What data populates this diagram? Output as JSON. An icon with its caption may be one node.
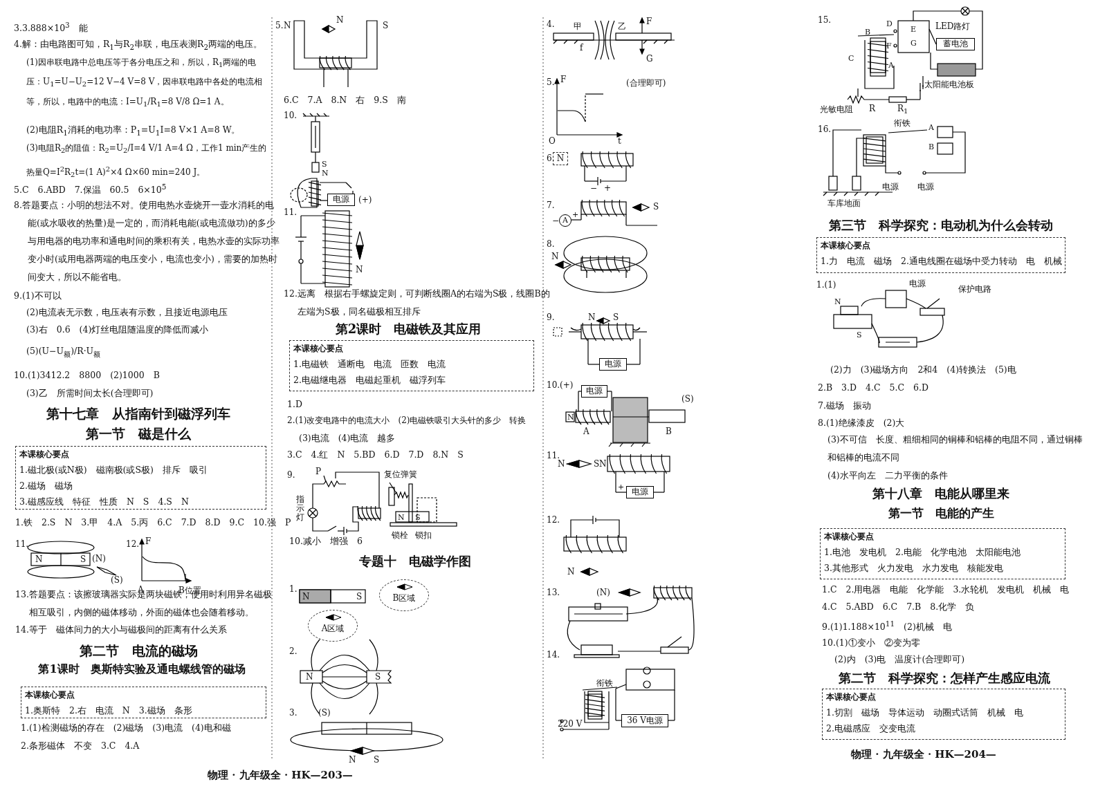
{
  "diagram": {
    "nodes": [
      {
        "text": [
          "本课核心要点",
          "1.磁北极(或N极)　磁南极(或S极)　排斥　吸引",
          "2.磁场　磁场",
          "3.磁感应线　特征　性质　N　S　4.S　N"
        ]
      },
      {
        "text": [
          "本课核心要点",
          "1.奥斯特　2.右　电流　N　3.磁场　条形"
        ]
      },
      {
        "text": [
          "电源"
        ]
      },
      {
        "text": [
          "本课核心要点",
          "1.电磁铁　通断电　电流　匝数　电流",
          "2.电磁继电器　电磁起重机　磁浮列车"
        ]
      },
      {
        "text": [
          "B区域"
        ]
      },
      {
        "text": [
          "A区域"
        ]
      },
      {
        "text": [
          "N"
        ]
      },
      {
        "text": [
          "A"
        ]
      },
      {
        "text": [
          "电源"
        ]
      },
      {
        "text": [
          "电源"
        ]
      },
      {
        "text": [
          "电源"
        ]
      },
      {
        "text": [
          "36 V电源"
        ]
      },
      {
        "text": [
          "蓄电池"
        ]
      },
      {
        "text": [
          "本课核心要点",
          "1.力　电流　磁场　2.通电线圈在磁场中受力转动　电　机械"
        ]
      },
      {
        "text": [
          "本课核心要点",
          "1.电池　发电机　2.电能　化学电池　太阳能电池",
          "3.其他形式　火力发电　水力发电　核能发电"
        ]
      },
      {
        "text": [
          "本课核心要点",
          "1.切割　磁场　导体运动　动圈式话筒　机械　电",
          "2.电磁感应　交变电流"
        ]
      }
    ],
    "labels": [
      "3.3.888×10$^{3}$　能",
      "4.解：由电路图可知，R$_{1}$与R$_{2}$串联，电压表测R$_{2}$两端的电压。",
      "(1)因串联电路中总电压等于各分电压之和，所以，R$_{1}$两端的电压：U$_{1}$=U−U$_{2}$=12 V−4 V=8 V，因串联电路中各处的电流相等，所以，电路中的电流：I=U$_{1}$/R$_{1}$=8 V/8 Ω=1 A。",
      "(2)电阻R$_{1}$消耗的电功率：P$_{1}$=U$_{1}$I=8 V×1 A=8 W。",
      "(3)电阻R$_{2}$的阻值：R$_{2}$=U$_{2}$/I=4 V/1 A=4 Ω，工作1 min产生的热量Q=I$^{2}$R$_{2}$t=(1 A)$^{2}$×4 Ω×60 min=240 J。",
      "5.C　6.ABD　7.保温　60.5　6×10$^{5}$",
      "8.答题要点：小明的想法不对。使用电热水壶烧开一壶水消耗的电能(或水吸收的热量)是一定的，而消耗电能(或电流做功)的多少与用电器的电功率和通电时间的乘积有关，电热水壶的实际功率变小时(或用电器两端的电压变小，电流也变小)，需要的加热时间变大，所以不能省电。",
      "9.(1)不可以",
      "(2)电流表无示数，电压表有示数，且接近电源电压",
      "(3)右　0.6　(4)灯丝电阻随温度的降低而减小",
      "(5)(U−U$_{额}$)/R·U$_{额}$",
      "10.(1)3412.2　8800　(2)1000　B",
      "(3)乙　所需时间太长(合理即可)",
      "第十七章　从指南针到磁浮列车",
      "第一节　磁是什么",
      "1.铁　2.S　N　3.甲　4.A　5.丙　6.C　7.D　8.D　9.C　10.强　P",
      "11.",
      "N",
      "S",
      "(N)",
      "(S)",
      "12.",
      "F",
      "A",
      "B位置",
      "13.答题要点：该擦玻璃器实际是两块磁铁，使用时利用异名磁极相互吸引，内侧的磁体移动，外面的磁体也会随着移动。",
      "14.等于　磁体间力的大小与磁极间的距离有什么关系",
      "第二节　电流的磁场",
      "第1课时　奥斯特实验及通电螺线管的磁场",
      "1.(1)检测磁场的存在　(2)磁场　(3)电流　(4)电和磁",
      "2.条形磁体　不变　3.C　4.A",
      "物理 · 九年级全 · HK—203—",
      "5.",
      "N",
      "N",
      "S",
      "6.C　7.A　8.N　右　9.S　南",
      "10.",
      "S",
      "N",
      "(+)",
      "11.",
      "N",
      "12.远离　根据右手螺旋定则，可判断线圈A的右端为S极，线圈B的左端为S极，同名磁极相互排斥",
      "第2课时　电磁铁及其应用",
      "1.D",
      "2.(1)改变电路中的电流大小　(2)电磁铁吸引大头针的多少　转换",
      "(3)电流　(4)电流　越多",
      "3.C　4.红　N　5.BD　6.D　7.D　8.N　S",
      "9.",
      "P",
      "指示灯",
      "复位弹簧",
      "N",
      "S",
      "锁栓",
      "锁扣",
      "10.减小　增强　6",
      "专题十　电磁学作图",
      "1.",
      "N",
      "S",
      "2.",
      "N",
      "S",
      "3.",
      "(S)",
      "N",
      "S",
      "4.",
      "甲",
      "乙",
      "F",
      "f",
      "G",
      "5.",
      "F",
      "(合理即可)",
      "O",
      "t",
      "6.",
      "−",
      "+",
      "7.",
      "−",
      "+",
      "S",
      "8.",
      "N",
      "9.",
      "N",
      "S",
      "10.(+)",
      "N",
      "A",
      "(S)",
      "B",
      "11.",
      "N",
      "S",
      "N",
      "+",
      "12.",
      "N",
      "13.",
      "(N)",
      "14.",
      "衔铁",
      "220 V",
      "15.",
      "B",
      "C",
      "A",
      "D",
      "F",
      "E",
      "G",
      "LED路灯",
      "太阳能电池板",
      "光敏电阻",
      "R",
      "R$_{1}$",
      "16.",
      "衔铁",
      "A",
      "B",
      "电源",
      "电源",
      "车库地面",
      "第三节　科学探究：电动机为什么会转动",
      "1.(1)",
      "电源",
      "保护电路",
      "N",
      "S",
      "(2)力　(3)磁场方向　2和4　(4)转换法　(5)电",
      "2.B　3.D　4.C　5.C　6.D",
      "7.磁场　振动",
      "8.(1)绝缘漆皮　(2)大",
      "(3)不可信　长度、粗细相同的铜棒和铝棒的电阻不同，通过铜棒和铝棒的电流不同",
      "(4)水平向左　二力平衡的条件",
      "第十八章　电能从哪里来",
      "第一节　电能的产生",
      "1.C　2.用电器　电能　化学能　3.水轮机　发电机　机械　电",
      "4.C　5.ABD　6.C　7.B　8.化学　负",
      "9.(1)1.188×10$^{11}$　(2)机械　电",
      "10.(1)①变小　②变为零",
      "(2)内　(3)电　温度计(合理即可)",
      "第二节　科学探究：怎样产生感应电流",
      "物理 · 九年级全 · HK—204—"
    ]
  }
}
